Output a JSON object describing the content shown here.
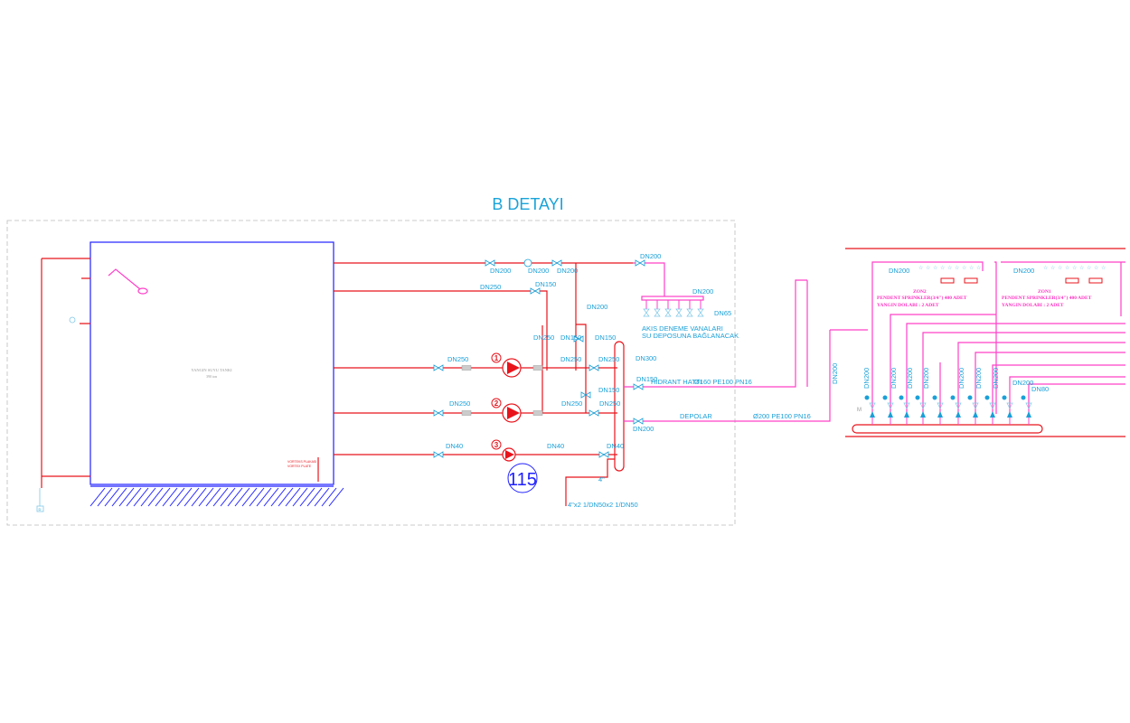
{
  "title": "B DETAYI",
  "colors": {
    "pipe_red": "#e8141c",
    "pipe_magenta": "#ff40c8",
    "label_cyan": "#1aa0d8",
    "tank_blue": "#2020ff"
  },
  "tank": {
    "name": "YANGIN SUYU TANKI",
    "capacity": "390 ton",
    "vortex_label_1": "VORTEKS PLAKASI",
    "vortex_label_2": "VORTEX PLATE"
  },
  "pumps": [
    {
      "number": "1"
    },
    {
      "number": "2"
    },
    {
      "number": "3"
    }
  ],
  "reference_bubble": "115",
  "left_detail": {
    "drain_label": "D"
  },
  "labels": [
    "DN200",
    "DN200",
    "DN200",
    "DN200",
    "DN250",
    "DN150",
    "DN200",
    "DN200",
    "DN65",
    "AKIS DENEME VANALARI",
    "SU DEPOSUNA BAĞLANACAK",
    "DN250",
    "DN150",
    "DN150",
    "DN250",
    "DN250",
    "DN250",
    "DN300",
    "DN150",
    "HİDRANT HATTI",
    "Ø160 PE100 PN16",
    "DN150",
    "DN250",
    "DN250",
    "DN250",
    "DEPOLAR",
    "Ø200 PE100 PN16",
    "DN200",
    "DN40",
    "DN40",
    "DN40",
    "4\"",
    "4\"x2 1/DN50x2 1/DN50"
  ],
  "right_section": {
    "feed_label": "DN200",
    "zones": [
      {
        "name": "ZON2",
        "line_label": "DN200",
        "sprinkler_text": "PENDENT SPRINKLER(3/4\") 400 ADET",
        "cabinet_text": "YANGIN DOLABI : 2 ADET"
      },
      {
        "name": "ZON1",
        "line_label": "DN200",
        "sprinkler_text": "PENDENT SPRINKLER(3/4\") 400 ADET",
        "cabinet_text": "YANGIN DOLABI : 2 ADET"
      }
    ],
    "riser_labels": [
      "DN200",
      "DN200",
      "DN200",
      "DN200",
      "DN200",
      "DN200",
      "DN200"
    ],
    "branch_labels": [
      "DN200",
      "DN80"
    ],
    "manifold_mark": "M"
  }
}
